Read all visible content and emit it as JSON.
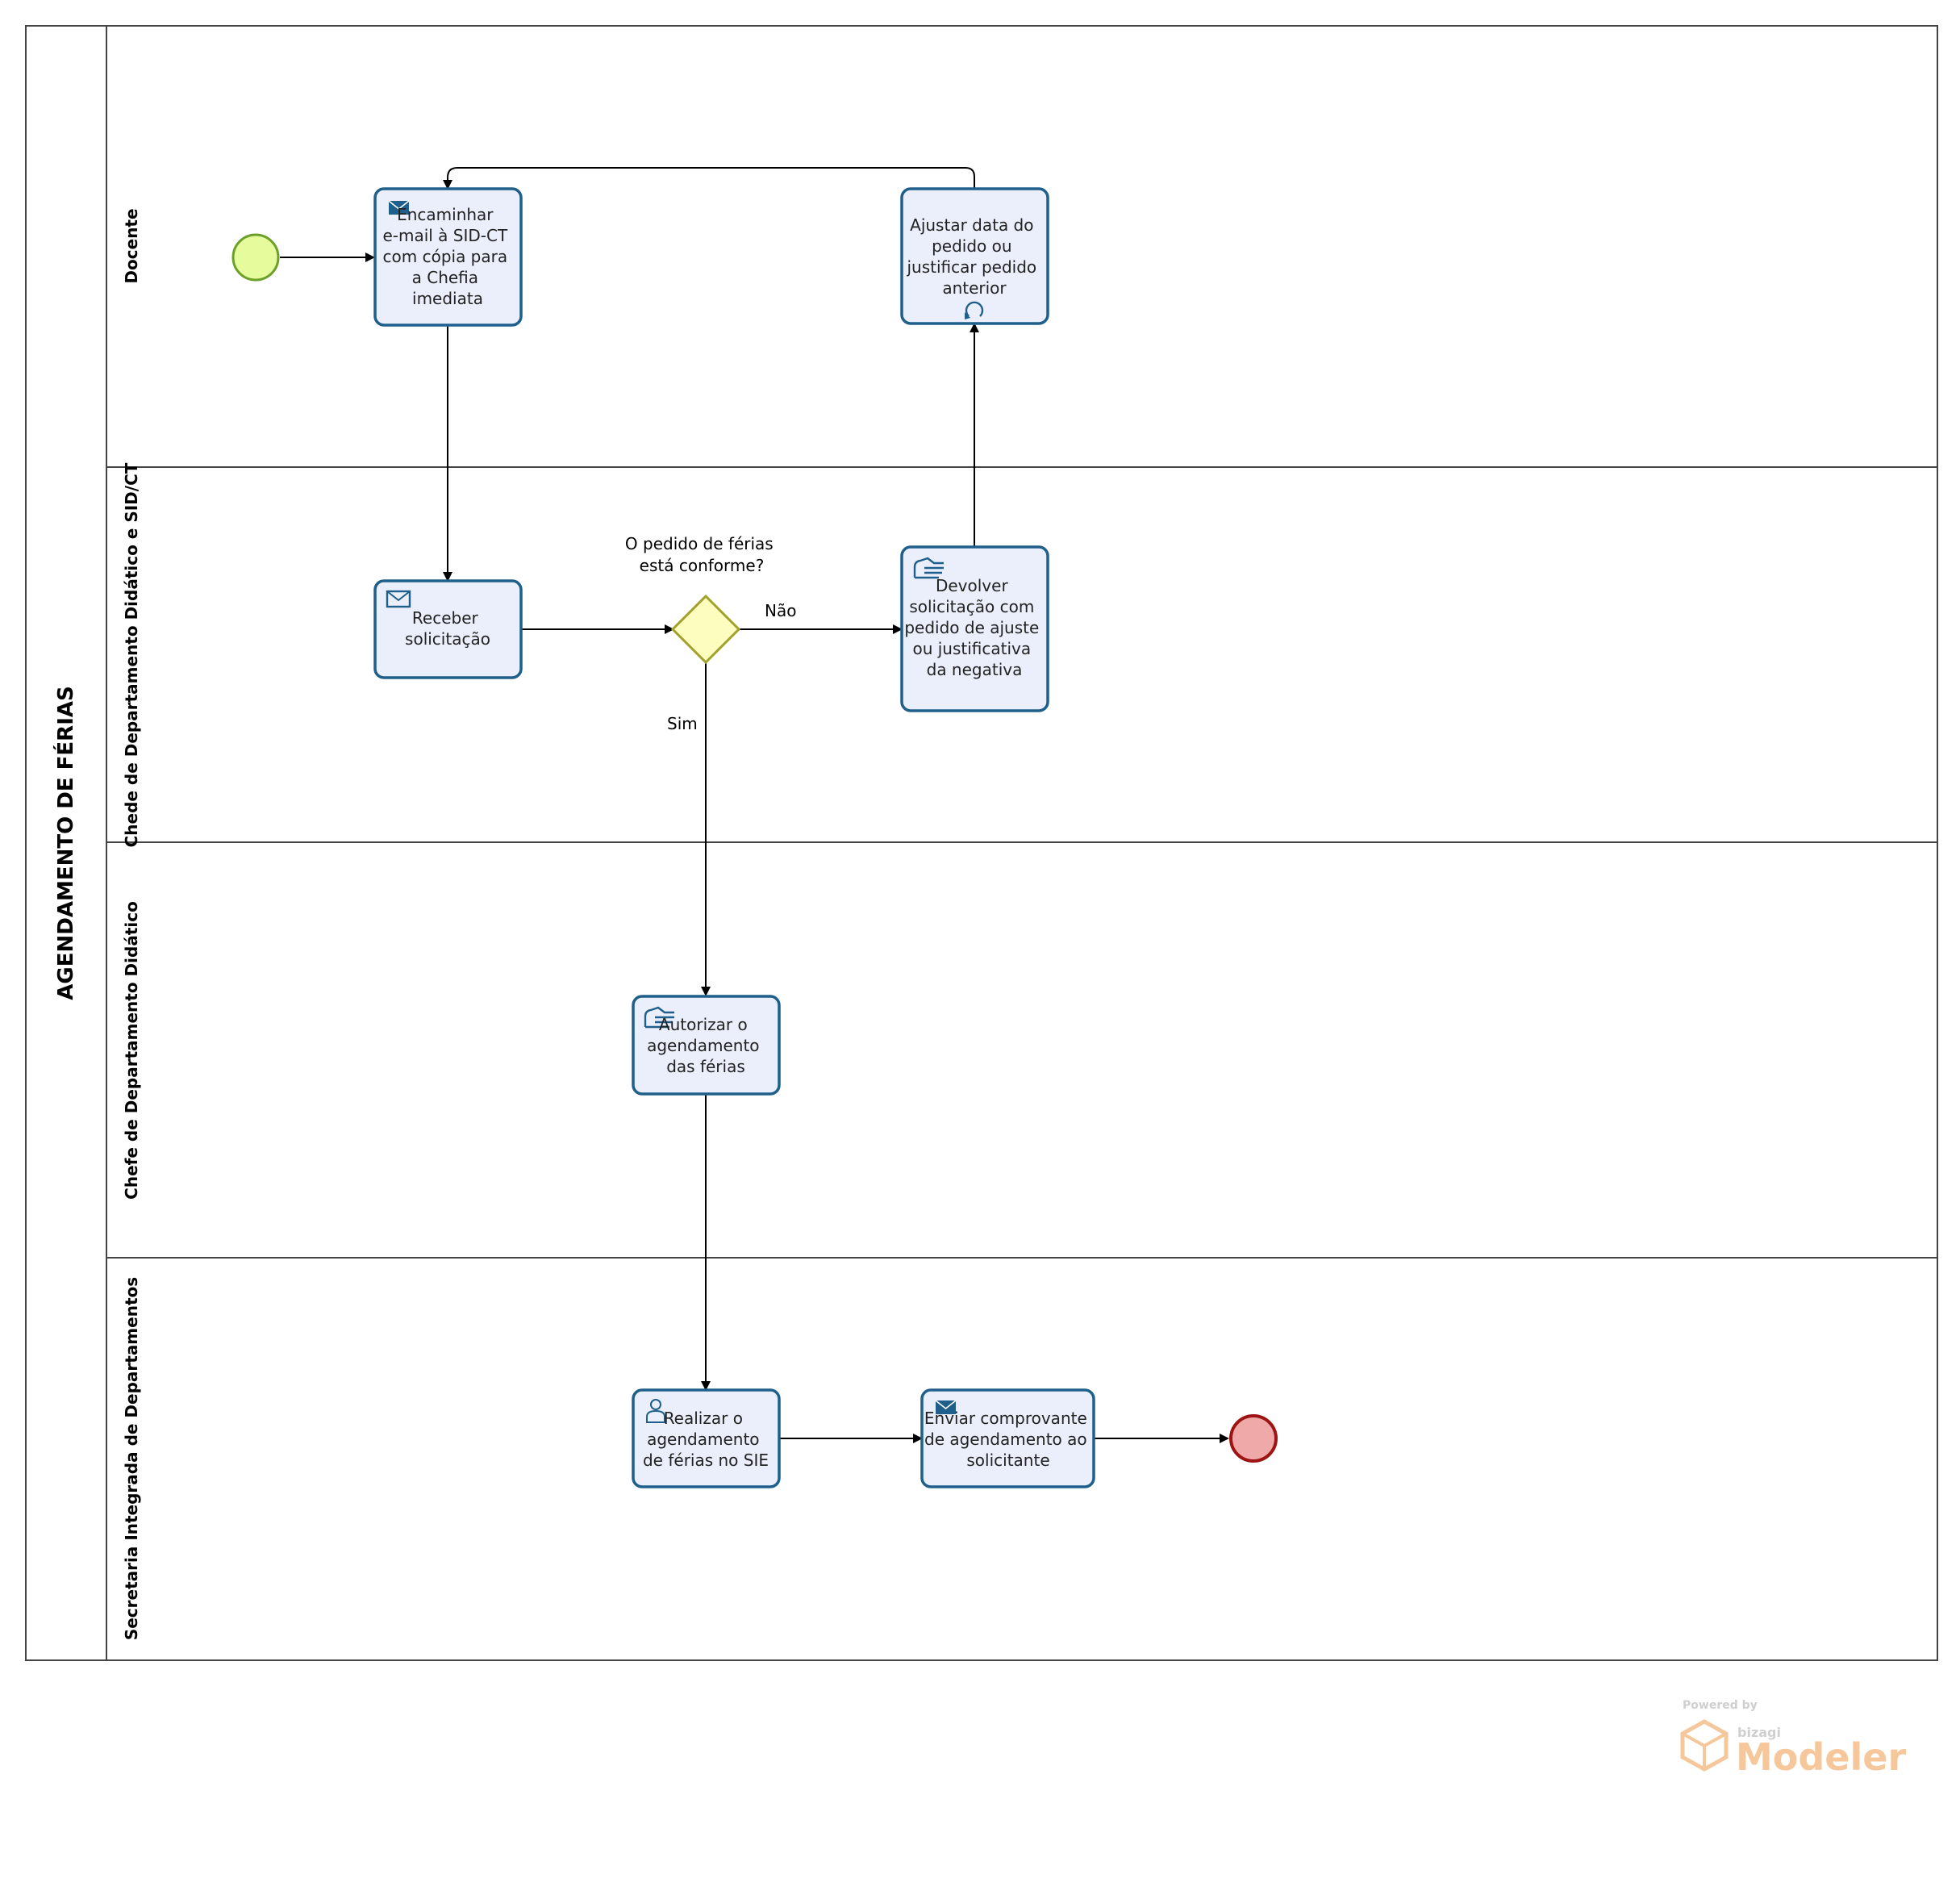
{
  "pool": {
    "title": "AGENDAMENTO DE FÉRIAS"
  },
  "lanes": [
    {
      "title": "Docente"
    },
    {
      "title": "Chede de Departamento Didático e SID/CT"
    },
    {
      "title": "Chefe de Departamento Didático"
    },
    {
      "title": "Secretaria Integrada de Departamentos"
    }
  ],
  "tasks": {
    "encaminhar": {
      "lines": [
        "Encaminhar",
        "e-mail à SID-CT",
        "com cópia para",
        "a Chefia",
        "imediata"
      ],
      "icon": "envelope-send-icon"
    },
    "ajustar": {
      "lines": [
        "Ajustar data do",
        "pedido ou",
        "justificar pedido",
        "anterior"
      ],
      "icon": "loop-icon"
    },
    "receber": {
      "lines": [
        "Receber",
        "solicitação"
      ],
      "icon": "envelope-receive-icon"
    },
    "devolver": {
      "lines": [
        "Devolver",
        "solicitação com",
        "pedido de ajuste",
        "ou justificativa",
        "da negativa"
      ],
      "icon": "hand-manual-icon"
    },
    "autorizar": {
      "lines": [
        "Autorizar o",
        "agendamento",
        "das férias"
      ],
      "icon": "hand-manual-icon"
    },
    "realizar": {
      "lines": [
        "Realizar o",
        "agendamento",
        "de férias no SIE"
      ],
      "icon": "user-task-icon"
    },
    "enviar": {
      "lines": [
        "Enviar comprovante",
        "de agendamento ao",
        "solicitante"
      ],
      "icon": "envelope-send-icon"
    }
  },
  "gateway": {
    "lines": [
      "O pedido de férias",
      "está conforme?"
    ]
  },
  "flows": {
    "no_label": "Não",
    "yes_label": "Sim"
  },
  "colors": {
    "task_fill": "#ebeffc",
    "task_stroke": "#1f5f8b",
    "start_fill": "#e6fb9b",
    "start_stroke": "#6da02b",
    "end_fill": "#efa9a9",
    "end_stroke": "#9e1414",
    "gateway_fill": "#fdfdc0",
    "gateway_stroke": "#a1a12b"
  },
  "branding": {
    "powered": "Powered by",
    "bizagi": "bizagi",
    "product": "Modeler"
  }
}
